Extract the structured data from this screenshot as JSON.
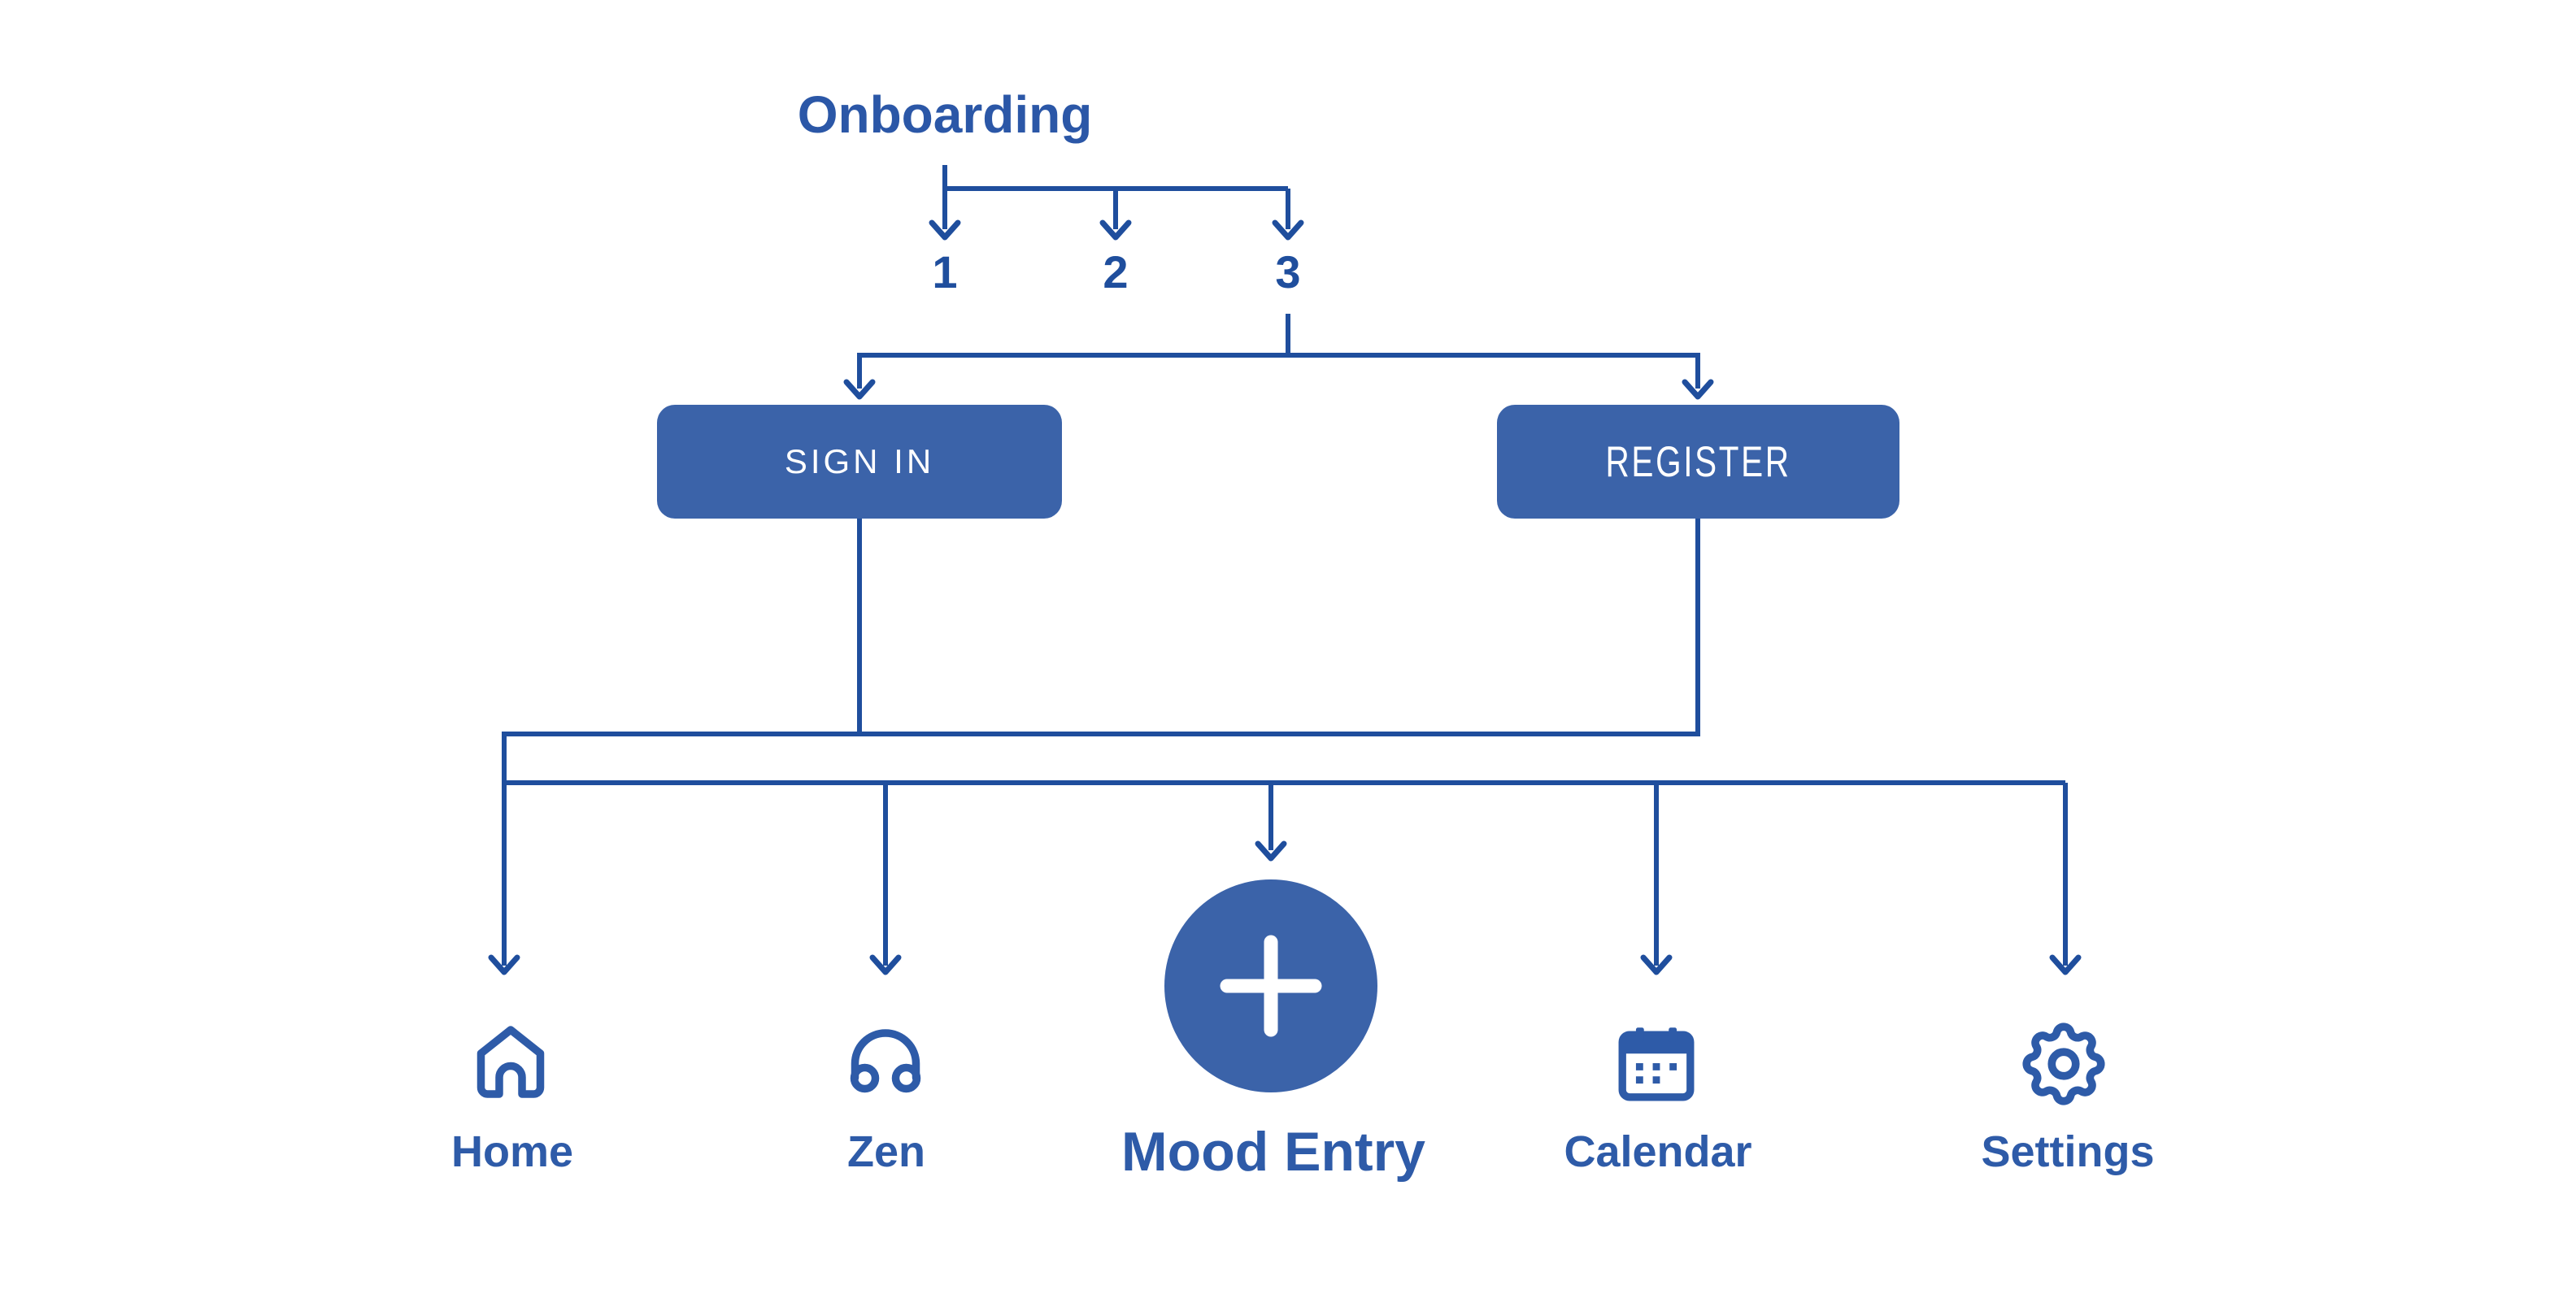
{
  "diagram": {
    "title": "Onboarding",
    "onboarding_steps": [
      {
        "number": "1"
      },
      {
        "number": "2"
      },
      {
        "number": "3"
      }
    ],
    "auth_options": [
      {
        "label": "SIGN IN"
      },
      {
        "label": "REGISTER"
      }
    ],
    "nav_destinations": [
      {
        "label": "Home",
        "icon": "home-icon"
      },
      {
        "label": "Zen",
        "icon": "headphones-icon"
      },
      {
        "label": "Mood Entry",
        "icon": "plus-icon"
      },
      {
        "label": "Calendar",
        "icon": "calendar-icon"
      },
      {
        "label": "Settings",
        "icon": "gear-icon"
      }
    ],
    "colors": {
      "line": "#1f4e9d",
      "accent": "#3b63a9",
      "label": "#2e5ba8",
      "title": "#2b57a7",
      "number": "#1f4e9d",
      "button_text": "#ffffff",
      "background": "#ffffff"
    }
  }
}
